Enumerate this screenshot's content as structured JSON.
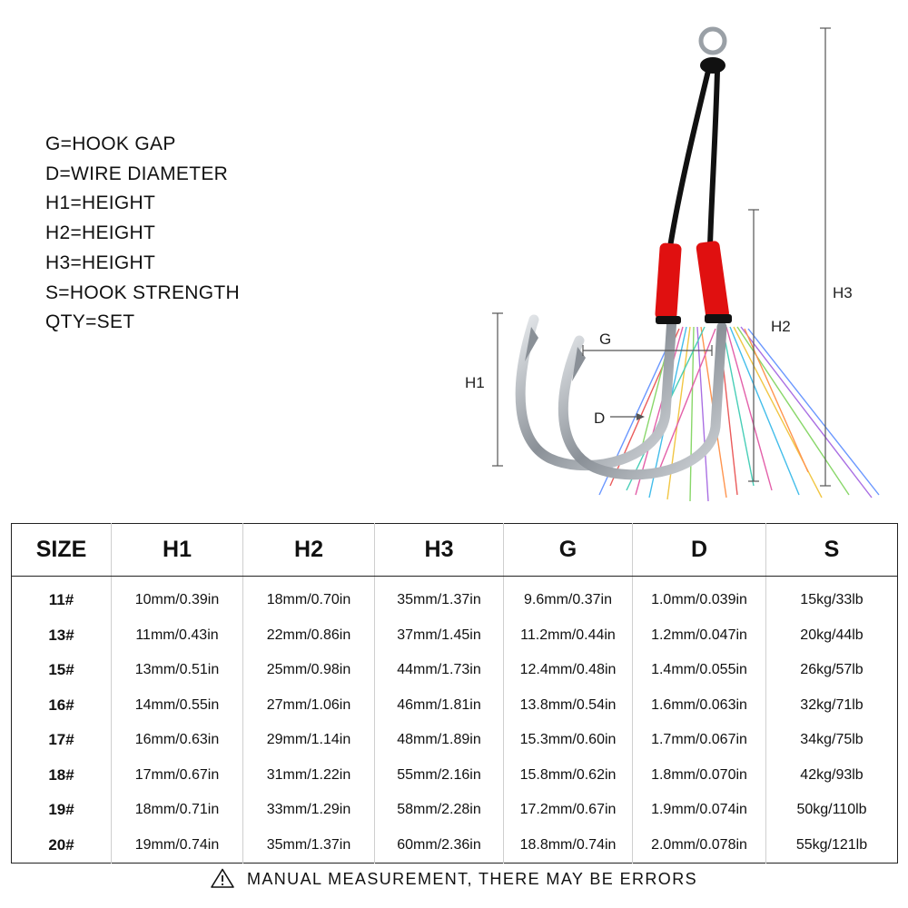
{
  "legend": [
    "G=HOOK GAP",
    "D=WIRE DIAMETER",
    "H1=HEIGHT",
    "H2=HEIGHT",
    "H3=HEIGHT",
    "S=HOOK STRENGTH",
    "QTY=SET"
  ],
  "diagram_labels": {
    "h1": "H1",
    "h2": "H2",
    "h3": "H3",
    "g": "G",
    "d": "D"
  },
  "colors": {
    "thread": "#e01010",
    "hook_steel": "#9aa0a6",
    "cord": "#111111"
  },
  "table": {
    "headers": [
      "SIZE",
      "H1",
      "H2",
      "H3",
      "G",
      "D",
      "S"
    ],
    "rows": [
      [
        "11#",
        "10mm/0.39in",
        "18mm/0.70in",
        "35mm/1.37in",
        "9.6mm/0.37in",
        "1.0mm/0.039in",
        "15kg/33lb"
      ],
      [
        "13#",
        "11mm/0.43in",
        "22mm/0.86in",
        "37mm/1.45in",
        "11.2mm/0.44in",
        "1.2mm/0.047in",
        "20kg/44lb"
      ],
      [
        "15#",
        "13mm/0.51in",
        "25mm/0.98in",
        "44mm/1.73in",
        "12.4mm/0.48in",
        "1.4mm/0.055in",
        "26kg/57lb"
      ],
      [
        "16#",
        "14mm/0.55in",
        "27mm/1.06in",
        "46mm/1.81in",
        "13.8mm/0.54in",
        "1.6mm/0.063in",
        "32kg/71lb"
      ],
      [
        "17#",
        "16mm/0.63in",
        "29mm/1.14in",
        "48mm/1.89in",
        "15.3mm/0.60in",
        "1.7mm/0.067in",
        "34kg/75lb"
      ],
      [
        "18#",
        "17mm/0.67in",
        "31mm/1.22in",
        "55mm/2.16in",
        "15.8mm/0.62in",
        "1.8mm/0.070in",
        "42kg/93lb"
      ],
      [
        "19#",
        "18mm/0.71in",
        "33mm/1.29in",
        "58mm/2.28in",
        "17.2mm/0.67in",
        "1.9mm/0.074in",
        "50kg/110lb"
      ],
      [
        "20#",
        "19mm/0.74in",
        "35mm/1.37in",
        "60mm/2.36in",
        "18.8mm/0.74in",
        "2.0mm/0.078in",
        "55kg/121lb"
      ]
    ]
  },
  "footnote": "MANUAL MEASUREMENT, THERE MAY BE ERRORS",
  "footnote_icon": "warning-triangle-icon"
}
